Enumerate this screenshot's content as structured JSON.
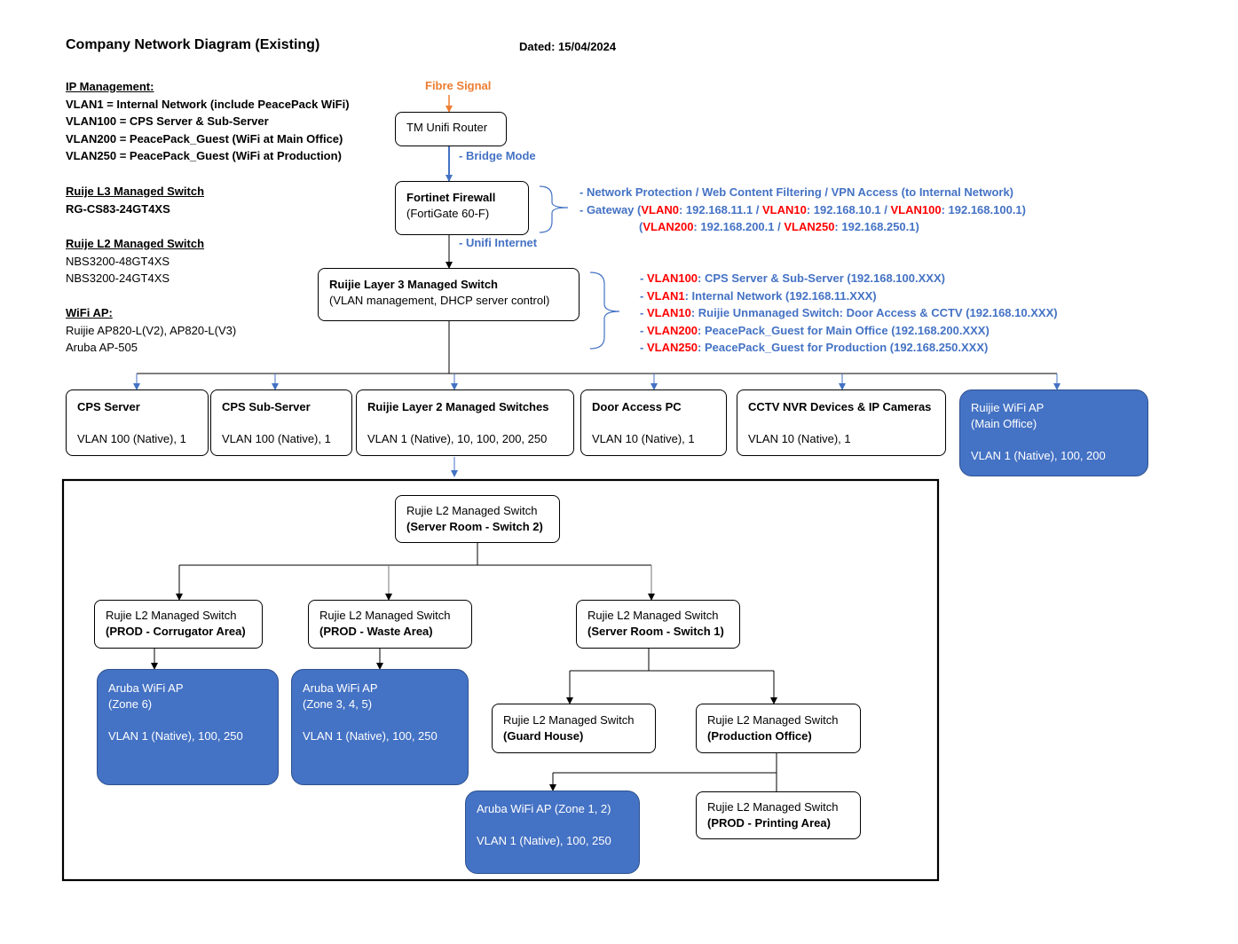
{
  "header": {
    "title": "Company Network Diagram  (Existing)",
    "date": "Dated: 15/04/2024"
  },
  "legend": {
    "ip_heading": "IP Management:",
    "ip_lines": [
      "VLAN1 = Internal Network (include PeacePack WiFi)",
      "VLAN100 = CPS Server & Sub-Server",
      "VLAN200 = PeacePack_Guest (WiFi at Main Office)",
      "VLAN250 = PeacePack_Guest (WiFi at Production)"
    ],
    "l3_heading": "Ruije L3 Managed Switch",
    "l3_model": "RG-CS83-24GT4XS",
    "l2_heading": "Ruije L2 Managed Switch",
    "l2_models": [
      "NBS3200-48GT4XS",
      "NBS3200-24GT4XS"
    ],
    "wifi_heading": "WiFi AP:",
    "wifi_models": [
      "Ruijie AP820-L(V2), AP820-L(V3)",
      "Aruba AP-505"
    ]
  },
  "labels": {
    "fibre": "Fibre Signal",
    "bridge": "- Bridge Mode",
    "unifi": "- Unifi Internet"
  },
  "nodes": {
    "router": "TM Unifi Router",
    "firewall_title": "Fortinet Firewall",
    "firewall_sub": "(FortiGate 60-F)",
    "l3_title": "Ruijie Layer 3 Managed Switch",
    "l3_sub": "(VLAN management, DHCP server control)",
    "cps_title": "CPS Server",
    "cps_vlan": "VLAN 100 (Native), 1",
    "cpssub_title": "CPS Sub-Server",
    "cpssub_vlan": "VLAN 100 (Native), 1",
    "l2sw_title": "Ruijie Layer 2 Managed Switches",
    "l2sw_vlan": "VLAN 1 (Native), 10, 100, 200, 250",
    "door_title": "Door Access PC",
    "door_vlan": "VLAN 10 (Native), 1",
    "cctv_title": "CCTV NVR Devices & IP Cameras",
    "cctv_vlan": "VLAN 10 (Native), 1",
    "ap_main_title": "Ruijie WiFi AP",
    "ap_main_sub": "(Main Office)",
    "ap_main_vlan": "VLAN 1 (Native), 100, 200",
    "sw_common": "Rujie L2 Managed Switch",
    "sw_server2": "(Server Room - Switch 2)",
    "sw_corr": "(PROD - Corrugator Area)",
    "sw_waste": "(PROD - Waste Area)",
    "sw_server1": "(Server Room - Switch 1)",
    "sw_guard": "(Guard House)",
    "sw_prodoff": "(Production Office)",
    "sw_print": "(PROD - Printing Area)",
    "ap6_title": "Aruba WiFi AP",
    "ap6_sub": "(Zone 6)",
    "ap6_vlan": "VLAN 1 (Native), 100, 250",
    "ap345_title": "Aruba WiFi AP",
    "ap345_sub": "(Zone 3, 4, 5)",
    "ap345_vlan": "VLAN 1 (Native), 100, 250",
    "ap12_title": "Aruba WiFi AP (Zone 1, 2)",
    "ap12_vlan": "VLAN 1 (Native), 100, 250"
  },
  "firewall_notes": {
    "line1": "- Network Protection / Web Content Filtering / VPN Access (to Internal Network)",
    "g_prefix": "- Gateway (",
    "g1k": "VLAN0",
    "g1v": ": 192.168.11.1 / ",
    "g2k": "VLAN10",
    "g2v": ": 192.168.10.1 / ",
    "g3k": "VLAN100",
    "g3v": ": 192.168.100.1)",
    "g4o": "(",
    "g4k": "VLAN200",
    "g4v": ": 192.168.200.1 / ",
    "g5k": "VLAN250",
    "g5v": ": 192.168.250.1)"
  },
  "vlan_notes": [
    {
      "dash": "- ",
      "key": "VLAN100",
      "text": ": CPS Server & Sub-Server (192.168.100.XXX)"
    },
    {
      "dash": "- ",
      "key": "VLAN1",
      "text": ":  Internal Network  (192.168.11.XXX)"
    },
    {
      "dash": "- ",
      "key": "VLAN10",
      "text": ": Ruijie Unmanaged Switch: Door Access & CCTV  (192.168.10.XXX)"
    },
    {
      "dash": "- ",
      "key": "VLAN200",
      "text": ":  PeacePack_Guest for Main Office (192.168.200.XXX)"
    },
    {
      "dash": "- ",
      "key": "VLAN250",
      "text": ":  PeacePack_Guest for Production (192.168.250.XXX)"
    }
  ],
  "colors": {
    "accent": "#4472c4",
    "red": "#ff0000",
    "orange": "#ed7d31"
  }
}
